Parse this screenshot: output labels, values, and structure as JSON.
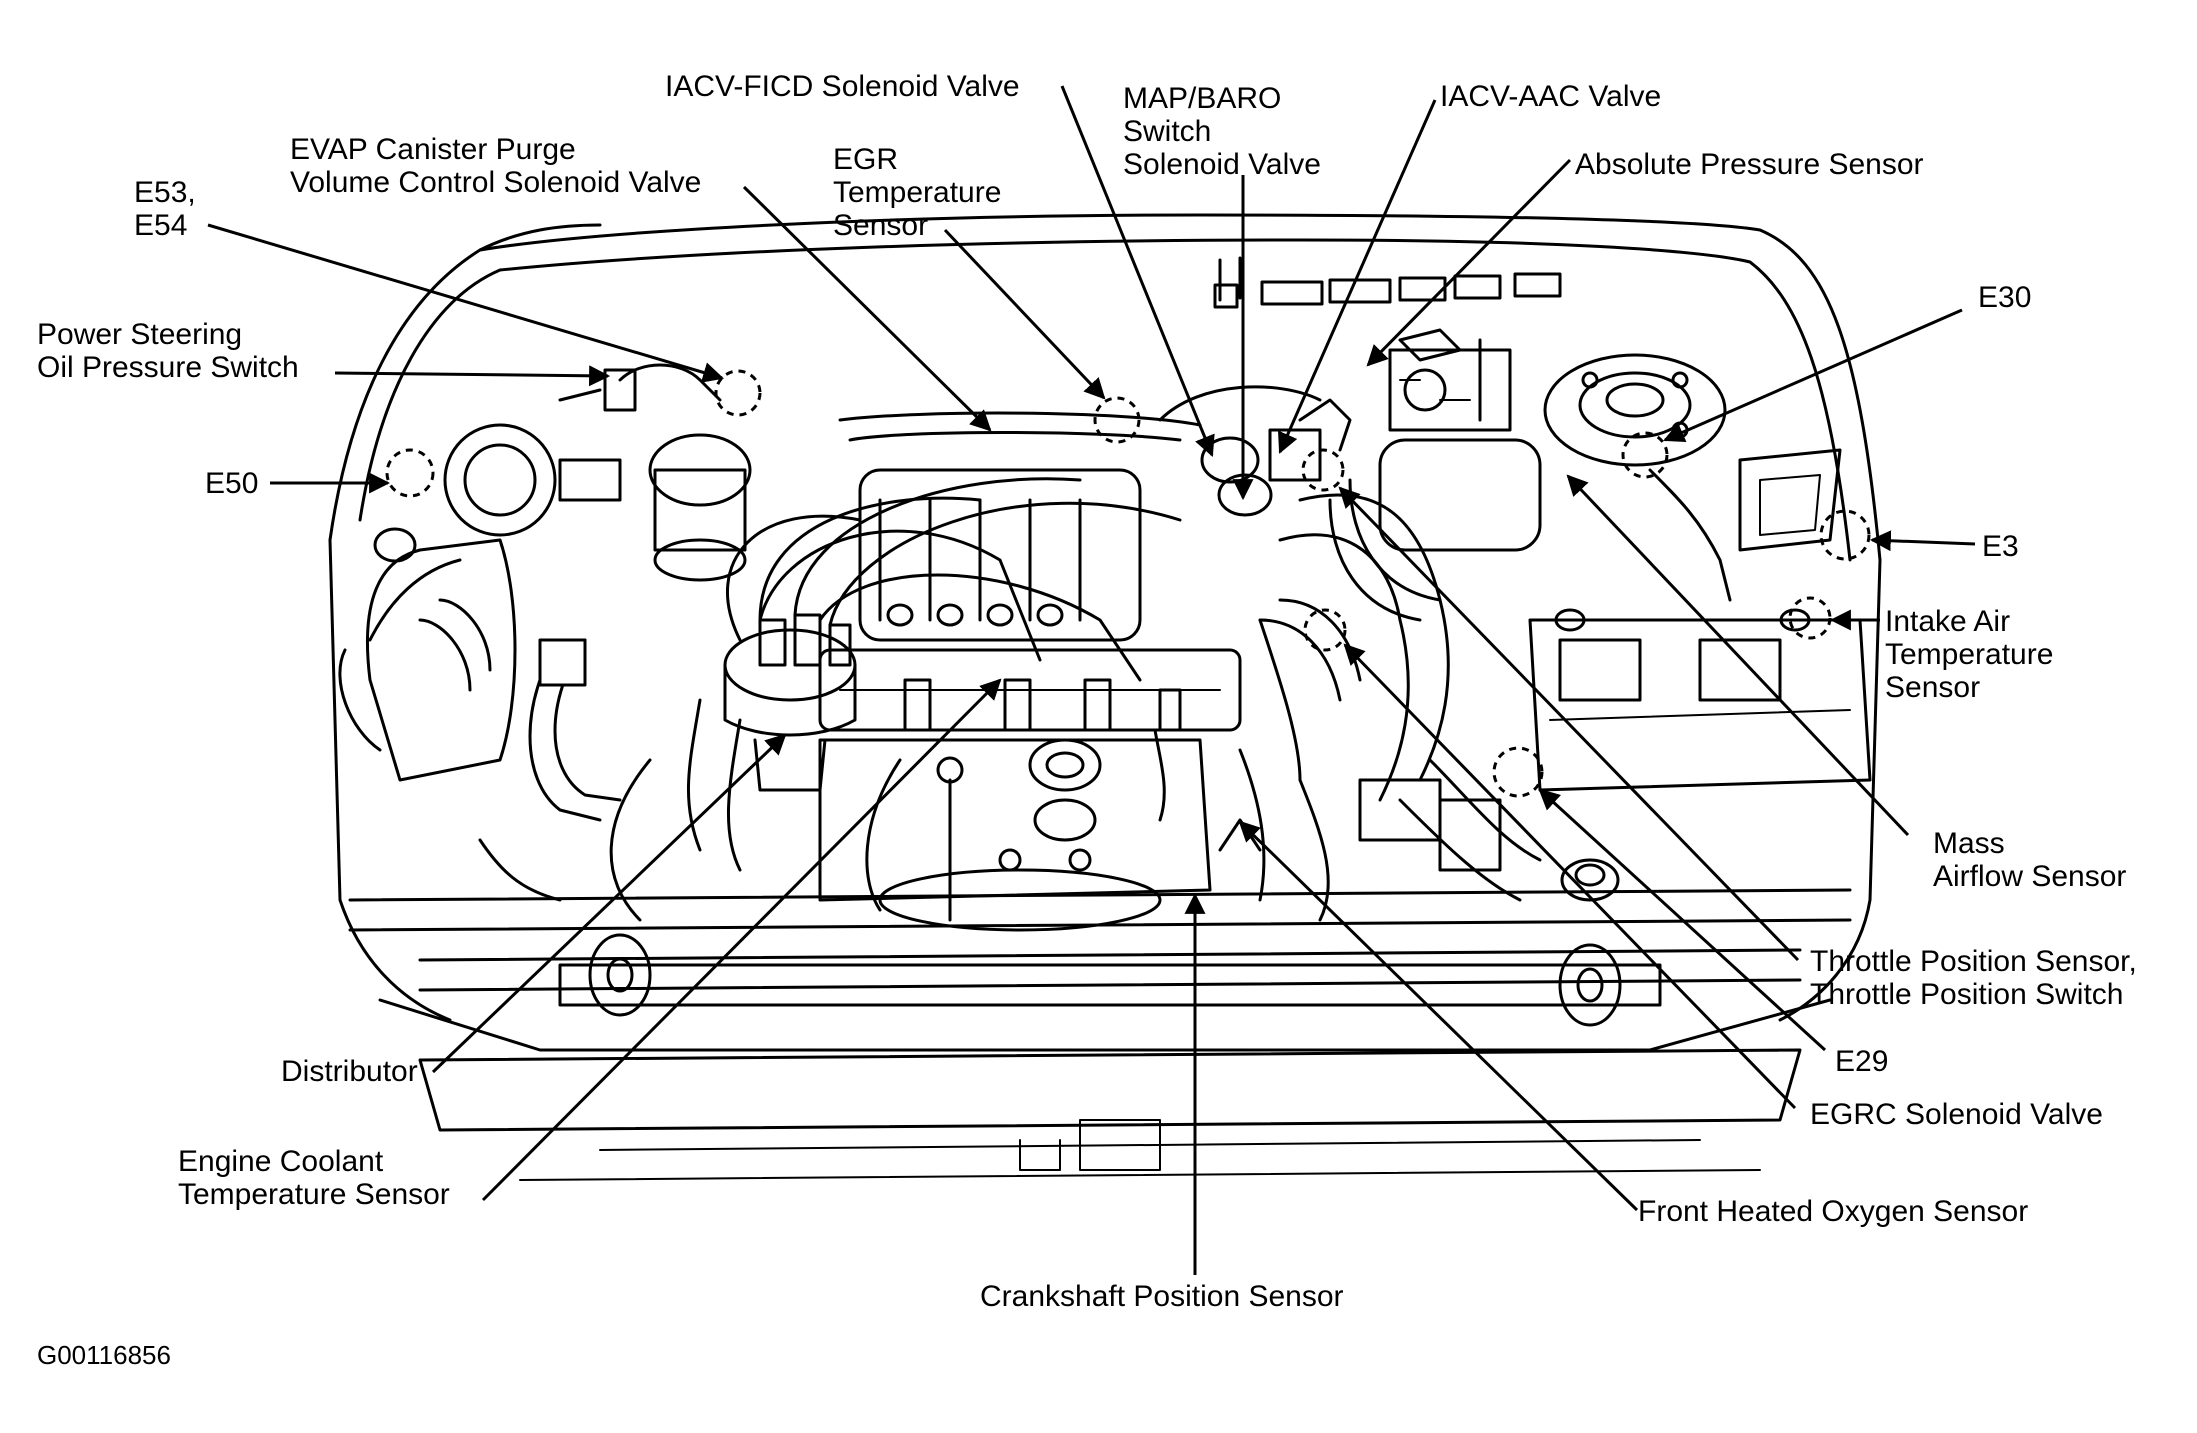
{
  "figure_id": "G00116856",
  "labels": {
    "iacv_ficd": [
      "IACV-FICD Solenoid Valve"
    ],
    "map_baro": [
      "MAP/BARO",
      "Switch",
      "Solenoid Valve"
    ],
    "iacv_aac": [
      "IACV-AAC Valve"
    ],
    "absolute_pressure": [
      "Absolute Pressure Sensor"
    ],
    "evap": [
      "EVAP Canister Purge",
      "Volume Control Solenoid Valve"
    ],
    "egr_temp": [
      "EGR",
      "Temperature",
      "Sensor"
    ],
    "e53_e54": [
      "E53,",
      "E54"
    ],
    "power_steering": [
      "Power Steering",
      "Oil Pressure Switch"
    ],
    "e50": [
      "E50"
    ],
    "e30": [
      "E30"
    ],
    "e3": [
      "E3"
    ],
    "intake_air": [
      "Intake Air",
      "Temperature",
      "Sensor"
    ],
    "mass_airflow": [
      "Mass",
      "Airflow Sensor"
    ],
    "throttle": [
      "Throttle Position Sensor,",
      "Throttle Position Switch"
    ],
    "e29": [
      "E29"
    ],
    "egrc": [
      "EGRC Solenoid Valve"
    ],
    "distributor": [
      "Distributor"
    ],
    "coolant": [
      "Engine Coolant",
      "Temperature Sensor"
    ],
    "oxygen": [
      "Front Heated Oxygen Sensor"
    ],
    "crankshaft": [
      "Crankshaft Position Sensor"
    ]
  }
}
